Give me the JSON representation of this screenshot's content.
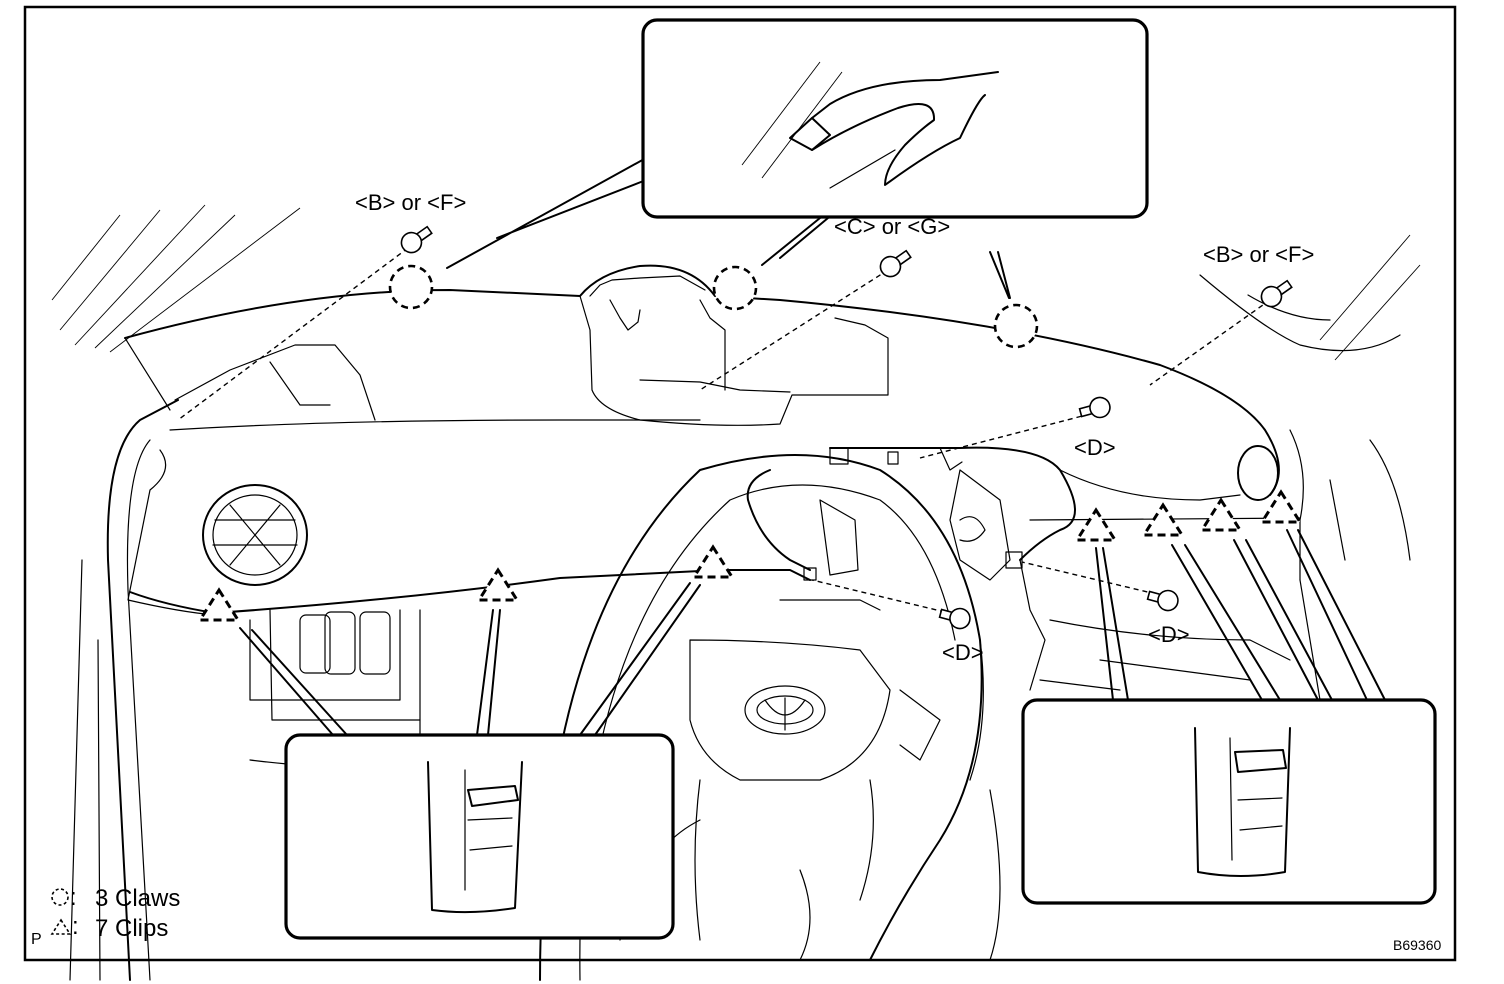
{
  "labels": {
    "b_or_f_left": "<B> or <F>",
    "c_or_g": "<C> or <G>",
    "b_or_f_right": "<B> or <F>",
    "d_upper": "<D>",
    "d_lower_center": "<D>",
    "d_lower_right": "<D>"
  },
  "legend": {
    "claws": "3 Claws",
    "clips": "7 Clips",
    "prefix_mark": "P"
  },
  "figure_code": "B69360",
  "icons": {
    "claw_symbol": "dashed-circle-icon",
    "clip_symbol": "dashed-triangle-icon",
    "screw": "screw-icon"
  }
}
